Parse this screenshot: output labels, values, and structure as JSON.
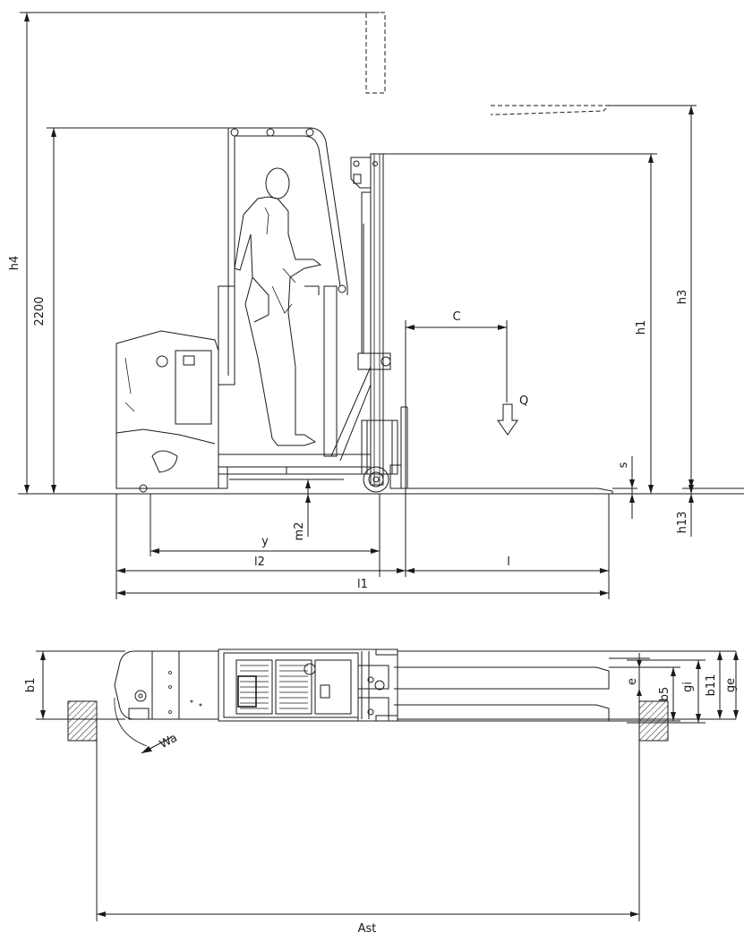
{
  "side_view_labels": {
    "h4": "h4",
    "h_2200": "2200",
    "h1": "h1",
    "h3": "h3",
    "c": "C",
    "q": "Q",
    "s": "s",
    "h13": "h13",
    "m2": "m2",
    "y": "y",
    "l2": "l2",
    "l": "l",
    "l1": "l1"
  },
  "top_view_labels": {
    "b1": "b1",
    "e": "e",
    "b5": "b5",
    "gi": "gi",
    "b11": "b11",
    "ge": "ge",
    "wa": "Wa",
    "ast": "Ast"
  }
}
